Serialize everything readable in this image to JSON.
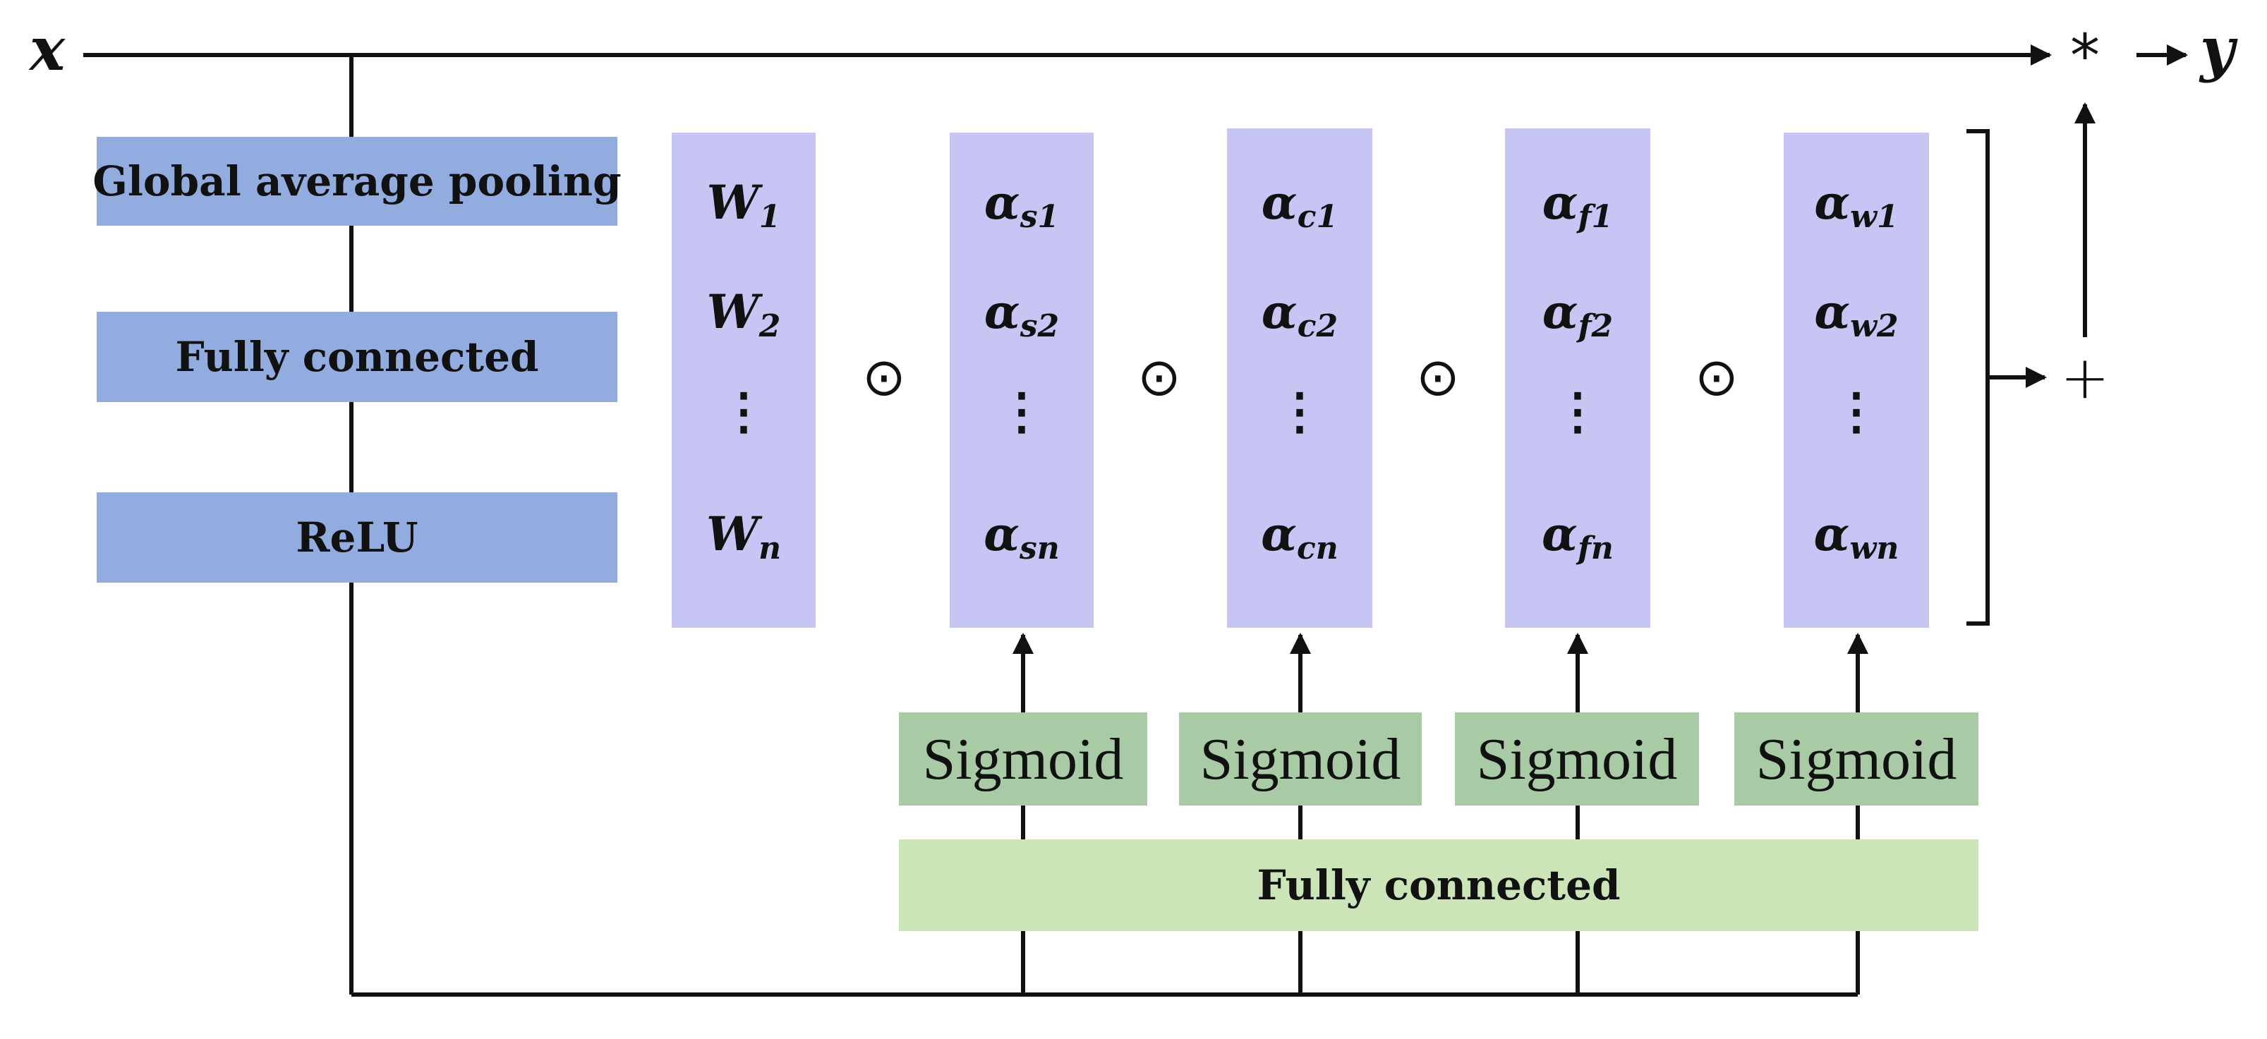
{
  "input_label": "x",
  "output_label": "y",
  "multiply_symbol": "*",
  "sum_symbol": "+",
  "hadamard_symbol": "⊙",
  "vertical_ellipsis": "⋮",
  "left_blocks": {
    "gap": "Global average pooling",
    "fc": "Fully connected",
    "relu": "ReLU"
  },
  "weight_column": {
    "top": {
      "base": "W",
      "sub": "1"
    },
    "second": {
      "base": "W",
      "sub": "2"
    },
    "last": {
      "base": "W",
      "sub": "n"
    }
  },
  "attention_columns": [
    {
      "top": {
        "base": "α",
        "sub": "s1"
      },
      "second": {
        "base": "α",
        "sub": "s2"
      },
      "last": {
        "base": "α",
        "sub": "sn"
      }
    },
    {
      "top": {
        "base": "α",
        "sub": "c1"
      },
      "second": {
        "base": "α",
        "sub": "c2"
      },
      "last": {
        "base": "α",
        "sub": "cn"
      }
    },
    {
      "top": {
        "base": "α",
        "sub": "f1"
      },
      "second": {
        "base": "α",
        "sub": "f2"
      },
      "last": {
        "base": "α",
        "sub": "fn"
      }
    },
    {
      "top": {
        "base": "α",
        "sub": "w1"
      },
      "second": {
        "base": "α",
        "sub": "w2"
      },
      "last": {
        "base": "α",
        "sub": "wn"
      }
    }
  ],
  "sigmoid_label": "Sigmoid",
  "bottom_fc_label": "Fully connected",
  "colors": {
    "left_block": "#92ace0",
    "column": "#c7c5f4",
    "sigmoid": "#a8cba5",
    "bottom_fc": "#cbe4b8",
    "line": "#111111"
  }
}
